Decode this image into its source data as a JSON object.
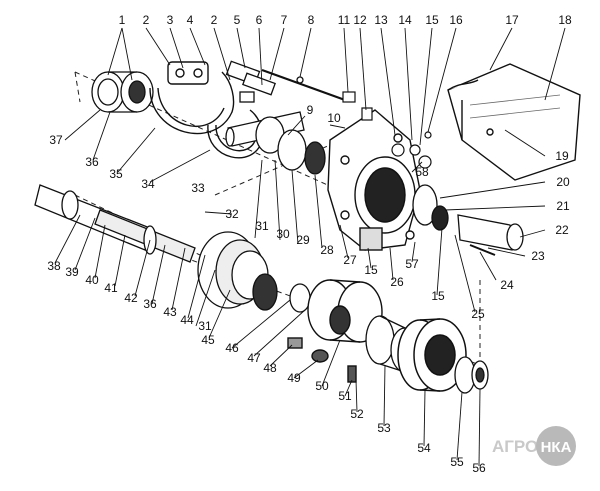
{
  "callouts": [
    {
      "id": "c1",
      "text": "1"
    },
    {
      "id": "c2",
      "text": "2"
    },
    {
      "id": "c3",
      "text": "3"
    },
    {
      "id": "c4",
      "text": "4"
    },
    {
      "id": "c2b",
      "text": "2"
    },
    {
      "id": "c5",
      "text": "5"
    },
    {
      "id": "c6",
      "text": "6"
    },
    {
      "id": "c7",
      "text": "7"
    },
    {
      "id": "c8",
      "text": "8"
    },
    {
      "id": "c11",
      "text": "11"
    },
    {
      "id": "c12",
      "text": "12"
    },
    {
      "id": "c13",
      "text": "13"
    },
    {
      "id": "c14",
      "text": "14"
    },
    {
      "id": "c15",
      "text": "15"
    },
    {
      "id": "c16",
      "text": "16"
    },
    {
      "id": "c17",
      "text": "17"
    },
    {
      "id": "c18",
      "text": "18"
    },
    {
      "id": "c37",
      "text": "37"
    },
    {
      "id": "c36",
      "text": "36"
    },
    {
      "id": "c35",
      "text": "35"
    },
    {
      "id": "c34",
      "text": "34"
    },
    {
      "id": "c9",
      "text": "9"
    },
    {
      "id": "c10",
      "text": "10"
    },
    {
      "id": "c58",
      "text": "58"
    },
    {
      "id": "c19",
      "text": "19"
    },
    {
      "id": "c20",
      "text": "20"
    },
    {
      "id": "c21",
      "text": "21"
    },
    {
      "id": "c22",
      "text": "22"
    },
    {
      "id": "c23",
      "text": "23"
    },
    {
      "id": "c24",
      "text": "24"
    },
    {
      "id": "c33",
      "text": "33"
    },
    {
      "id": "c32",
      "text": "32"
    },
    {
      "id": "c31",
      "text": "31"
    },
    {
      "id": "c30",
      "text": "30"
    },
    {
      "id": "c29",
      "text": "29"
    },
    {
      "id": "c28",
      "text": "28"
    },
    {
      "id": "c27",
      "text": "27"
    },
    {
      "id": "c15b",
      "text": "15"
    },
    {
      "id": "c26",
      "text": "26"
    },
    {
      "id": "c57",
      "text": "57"
    },
    {
      "id": "c15c",
      "text": "15"
    },
    {
      "id": "c25",
      "text": "25"
    },
    {
      "id": "c38",
      "text": "38"
    },
    {
      "id": "c39",
      "text": "39"
    },
    {
      "id": "c40",
      "text": "40"
    },
    {
      "id": "c41",
      "text": "41"
    },
    {
      "id": "c42",
      "text": "42"
    },
    {
      "id": "c36b",
      "text": "36"
    },
    {
      "id": "c43",
      "text": "43"
    },
    {
      "id": "c44",
      "text": "44"
    },
    {
      "id": "c31b",
      "text": "31"
    },
    {
      "id": "c45",
      "text": "45"
    },
    {
      "id": "c46",
      "text": "46"
    },
    {
      "id": "c47",
      "text": "47"
    },
    {
      "id": "c48",
      "text": "48"
    },
    {
      "id": "c49",
      "text": "49"
    },
    {
      "id": "c50",
      "text": "50"
    },
    {
      "id": "c51",
      "text": "51"
    },
    {
      "id": "c52",
      "text": "52"
    },
    {
      "id": "c53",
      "text": "53"
    },
    {
      "id": "c54",
      "text": "54"
    },
    {
      "id": "c55",
      "text": "55"
    },
    {
      "id": "c56",
      "text": "56"
    }
  ],
  "watermark": {
    "brand": "АГРО",
    "badge": "НКА"
  },
  "colors": {
    "ink": "#111111",
    "watermark": "#c9c9c9",
    "badge": "#b9b9b9"
  }
}
